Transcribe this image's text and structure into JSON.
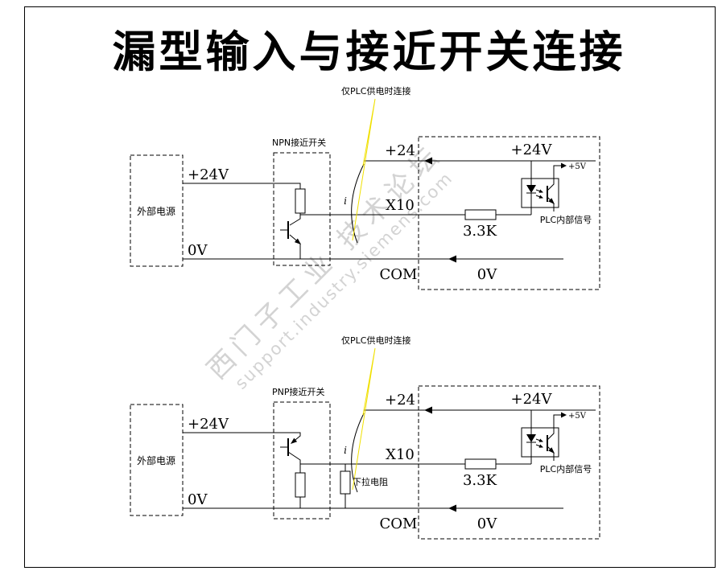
{
  "page": {
    "title": "漏型输入与接近开关连接"
  },
  "watermark": {
    "line1": "西门子工业 技术论坛",
    "line2": "support.industry.siemens.com"
  },
  "colors": {
    "note_pointer": "#f0e000",
    "wire": "#000000"
  },
  "circuits": [
    {
      "note": "仅PLC供电时连接",
      "switch_label": "NPN接近开关",
      "external_power": "外部电源",
      "supply_plus": "+24V",
      "supply_minus": "0V",
      "rail": "+24",
      "input": "X10",
      "com": "COM",
      "current": "i",
      "plc_24v": "+24V",
      "plc_5v": "+5V",
      "resistor": "3.3K",
      "plc_signal": "PLC内部信号",
      "plc_0v": "0V"
    },
    {
      "note": "仅PLC供电时连接",
      "switch_label": "PNP接近开关",
      "external_power": "外部电源",
      "supply_plus": "+24V",
      "supply_minus": "0V",
      "rail": "+24",
      "input": "X10",
      "com": "COM",
      "current": "i",
      "pulldown": "下拉电阻",
      "plc_24v": "+24V",
      "plc_5v": "+5V",
      "resistor": "3.3K",
      "plc_signal": "PLC内部信号",
      "plc_0v": "0V"
    }
  ]
}
